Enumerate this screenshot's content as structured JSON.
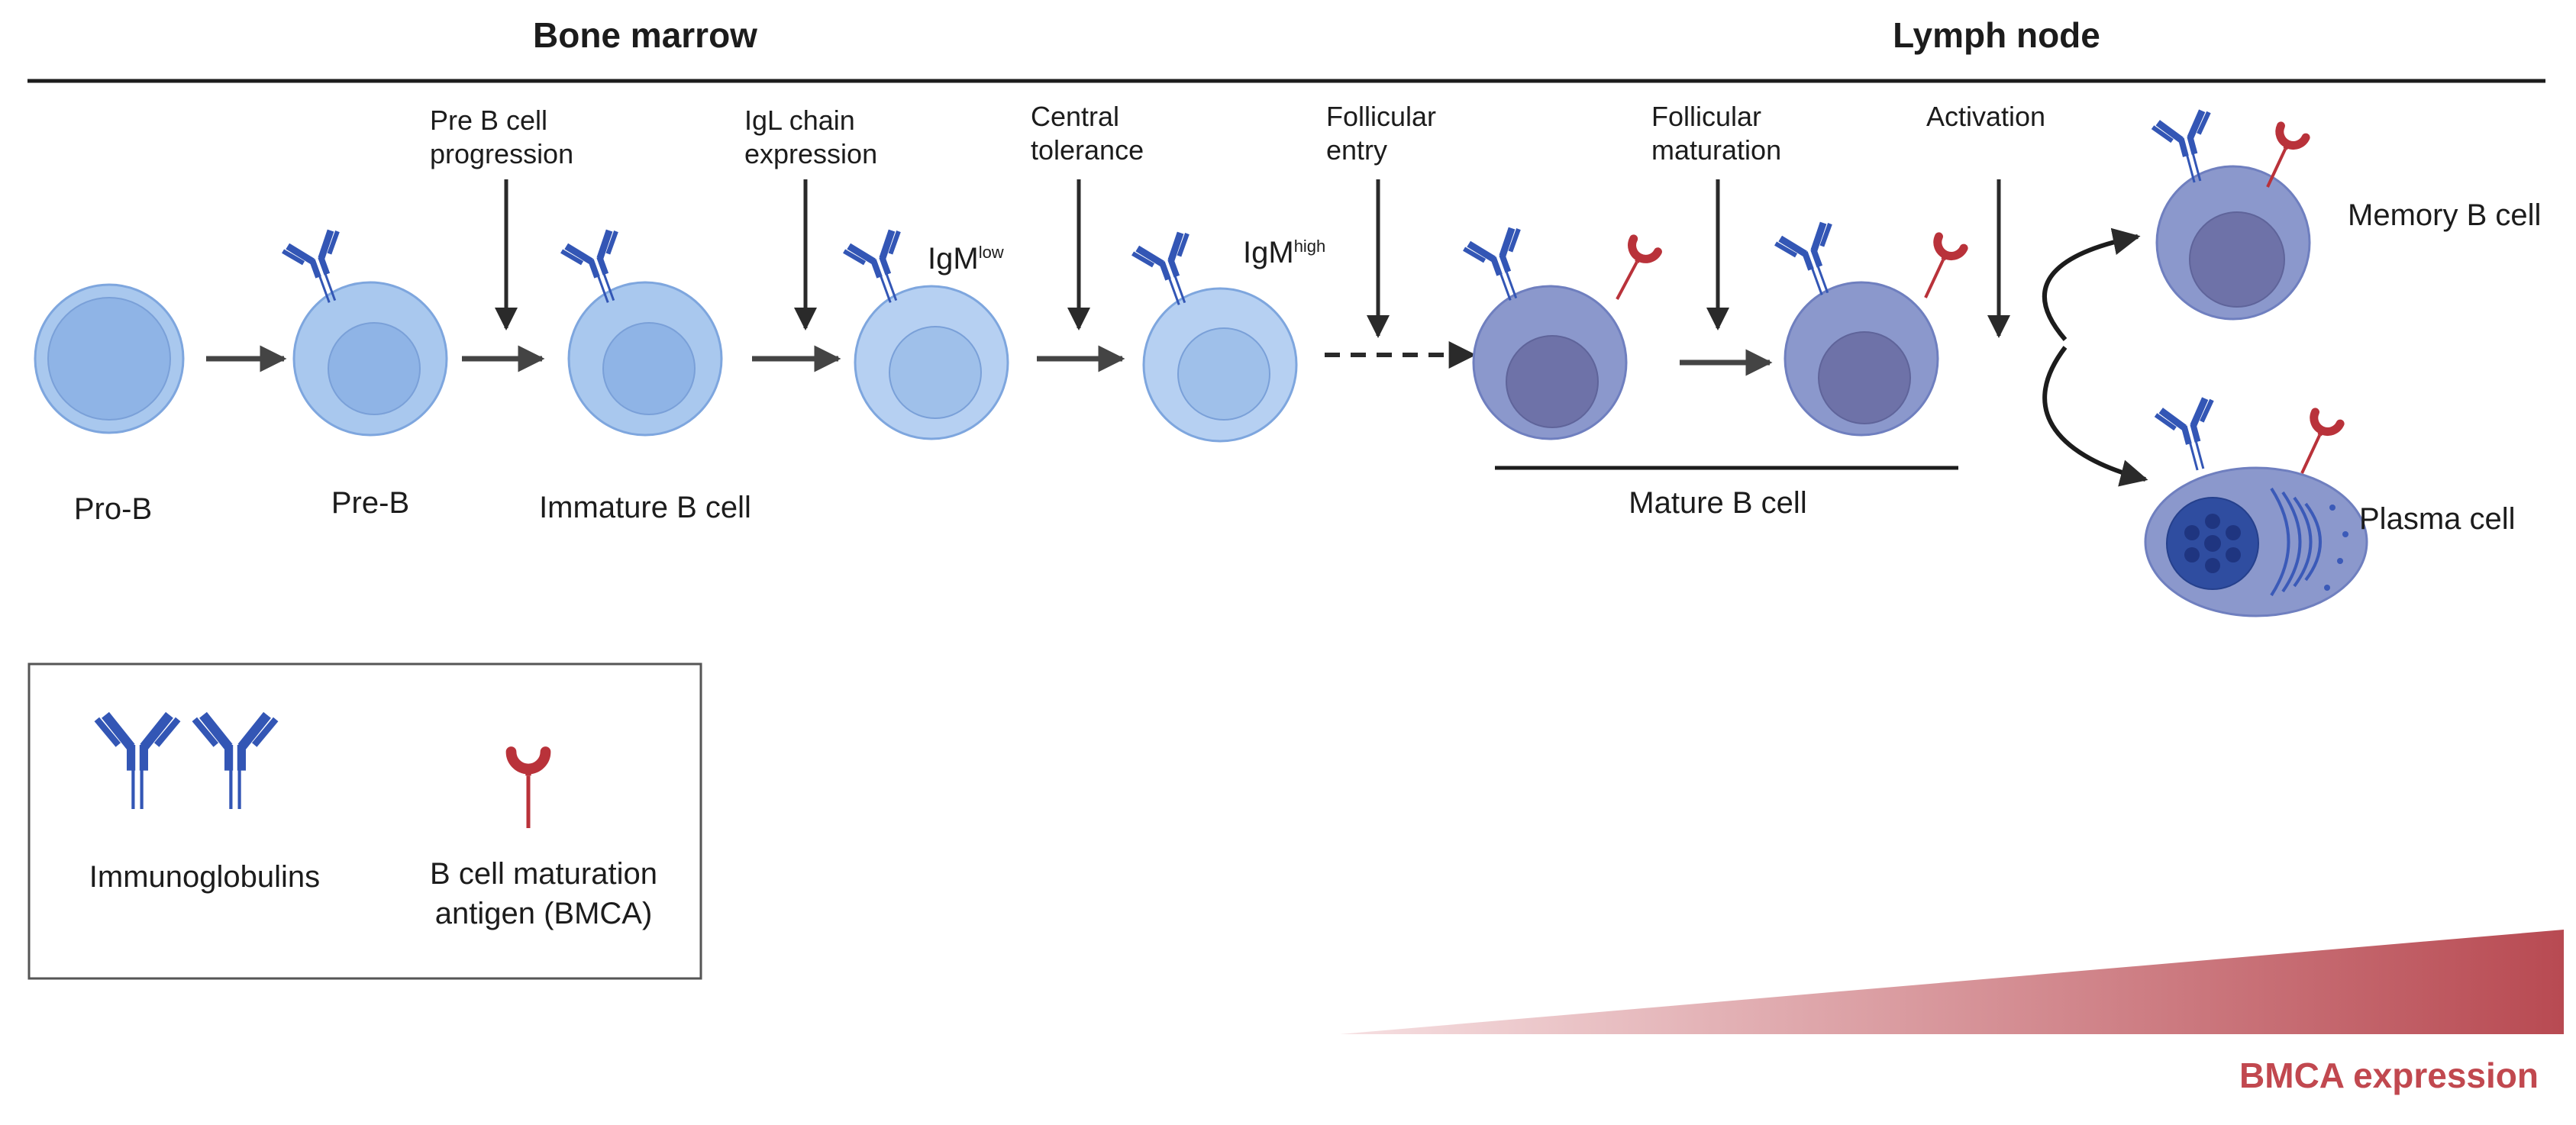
{
  "headers": {
    "left": "Bone marrow",
    "right": "Lymph node"
  },
  "steps": [
    {
      "line1": "Pre B cell",
      "line2": "progression"
    },
    {
      "line1": "IgL chain",
      "line2": "expression"
    },
    {
      "line1": "Central",
      "line2": "tolerance"
    },
    {
      "line1": "Follicular",
      "line2": "entry"
    },
    {
      "line1": "Follicular",
      "line2": "maturation"
    },
    {
      "line1": "Activation",
      "line2": ""
    }
  ],
  "cells": {
    "pro_b": "Pro-B",
    "pre_b": "Pre-B",
    "immature": "Immature B cell",
    "igm_low_base": "IgM",
    "igm_low_sup": "low",
    "igm_high_base": "IgM",
    "igm_high_sup": "high",
    "mature": "Mature B cell",
    "memory": "Memory B cell",
    "plasma": "Plasma cell"
  },
  "legend": {
    "immunoglobulins": "Immunoglobulins",
    "bmca_line1": "B cell maturation",
    "bmca_line2": "antigen (BMCA)"
  },
  "gradient_label": "BMCA expression",
  "colors": {
    "light_cell_outer": "#a9c8ee",
    "light_cell_inner": "#8fb4e6",
    "dark_cell_outer": "#8b98cc",
    "dark_cell_inner": "#6e72a8",
    "antibody": "#3356b5",
    "bmca": "#b9323a",
    "gradient_start": "#f3d6d8",
    "gradient_end": "#b84a52",
    "arrow": "#2a2a2a",
    "arrow_grey": "#444444"
  }
}
